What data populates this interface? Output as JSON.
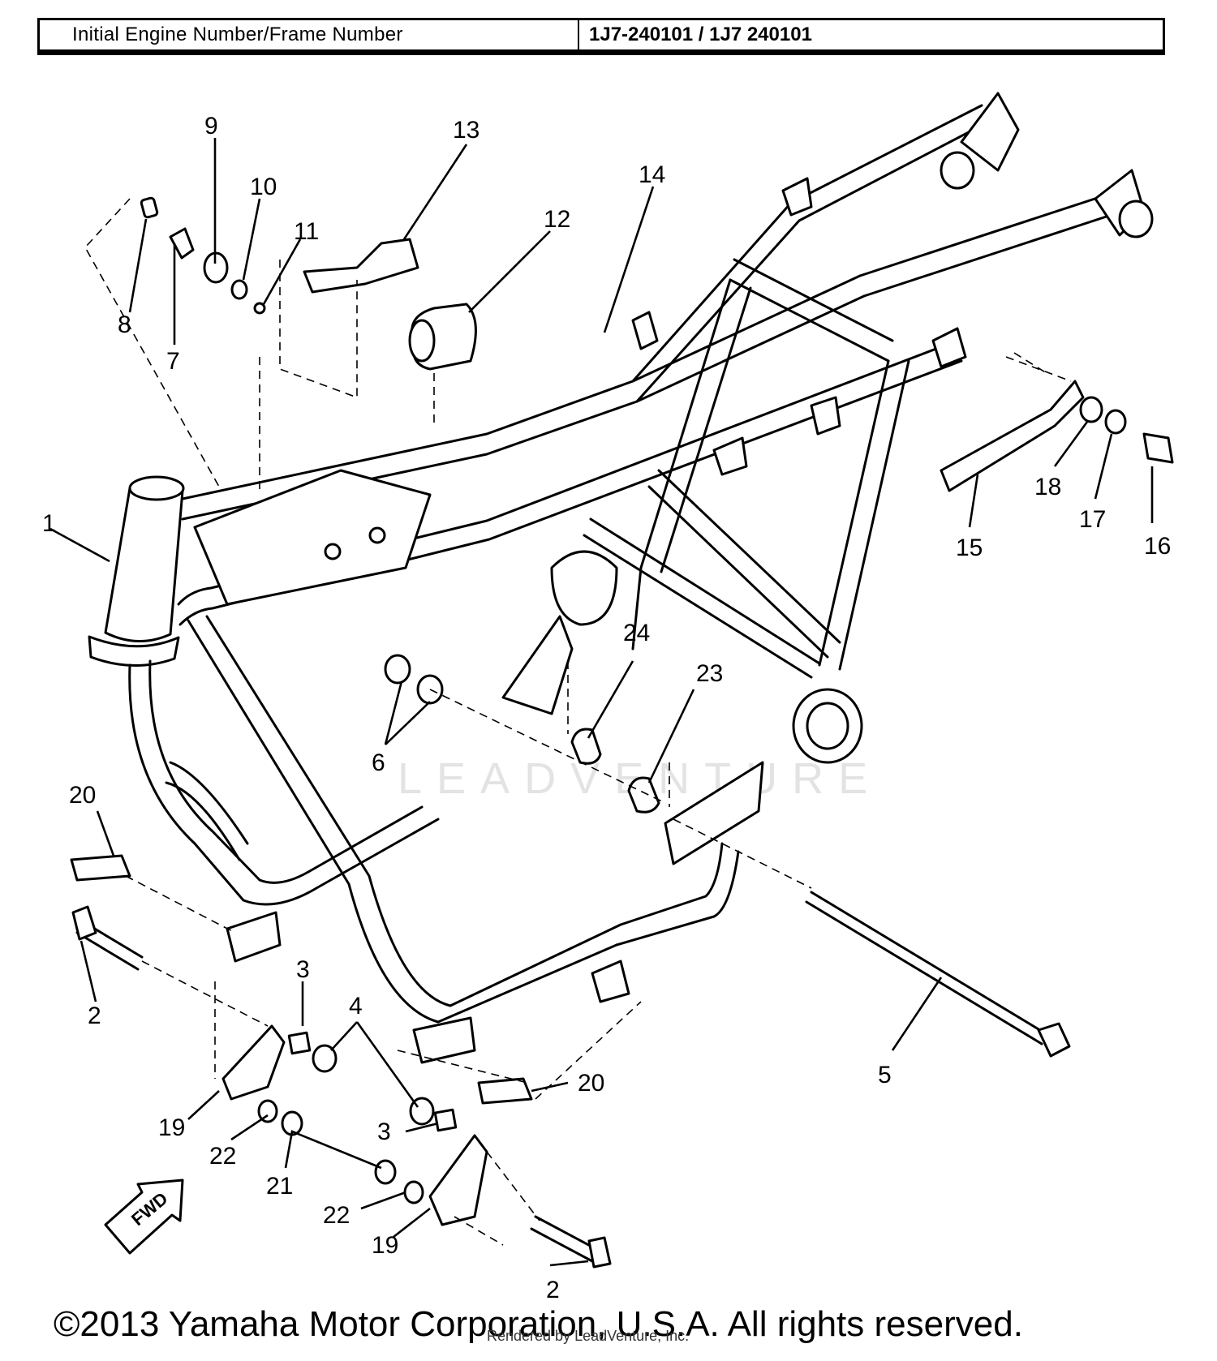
{
  "header": {
    "label": "Initial Engine Number/Frame Number",
    "value": "1J7-240101 / 1J7 240101"
  },
  "callouts": [
    "1",
    "2",
    "3",
    "4",
    "5",
    "6",
    "7",
    "8",
    "9",
    "10",
    "11",
    "12",
    "13",
    "14",
    "15",
    "16",
    "17",
    "18",
    "19",
    "20",
    "21",
    "22",
    "23",
    "24"
  ],
  "fwd_label": "FWD",
  "watermark": "LEADVENTURE",
  "copyright": "©2013 Yamaha Motor Corporation, U.S.A. All rights reserved.",
  "rendered_by": "Rendered by LeadVenture, Inc."
}
